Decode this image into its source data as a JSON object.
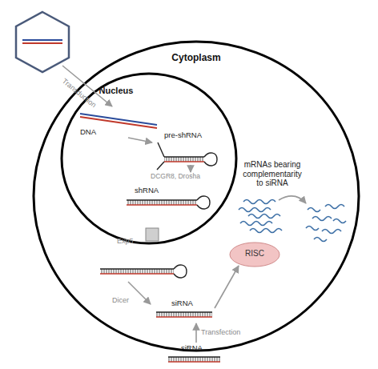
{
  "diagram": {
    "nodes": [
      {
        "text": [
          "Cytoplasm"
        ]
      },
      {
        "text": [
          "Nucleus"
        ],
        "in": 0
      },
      {
        "text": [
          "RISC"
        ],
        "in": 0
      }
    ],
    "labels": [
      "Transduction",
      "DNA",
      "pre-shRNA",
      "DCGR8, Drosha",
      "shRNA",
      "Exp5",
      "Dicer",
      "siRNA",
      "mRNAs bearing complementarity to siRNA",
      "Transfection",
      "siRNA"
    ]
  }
}
